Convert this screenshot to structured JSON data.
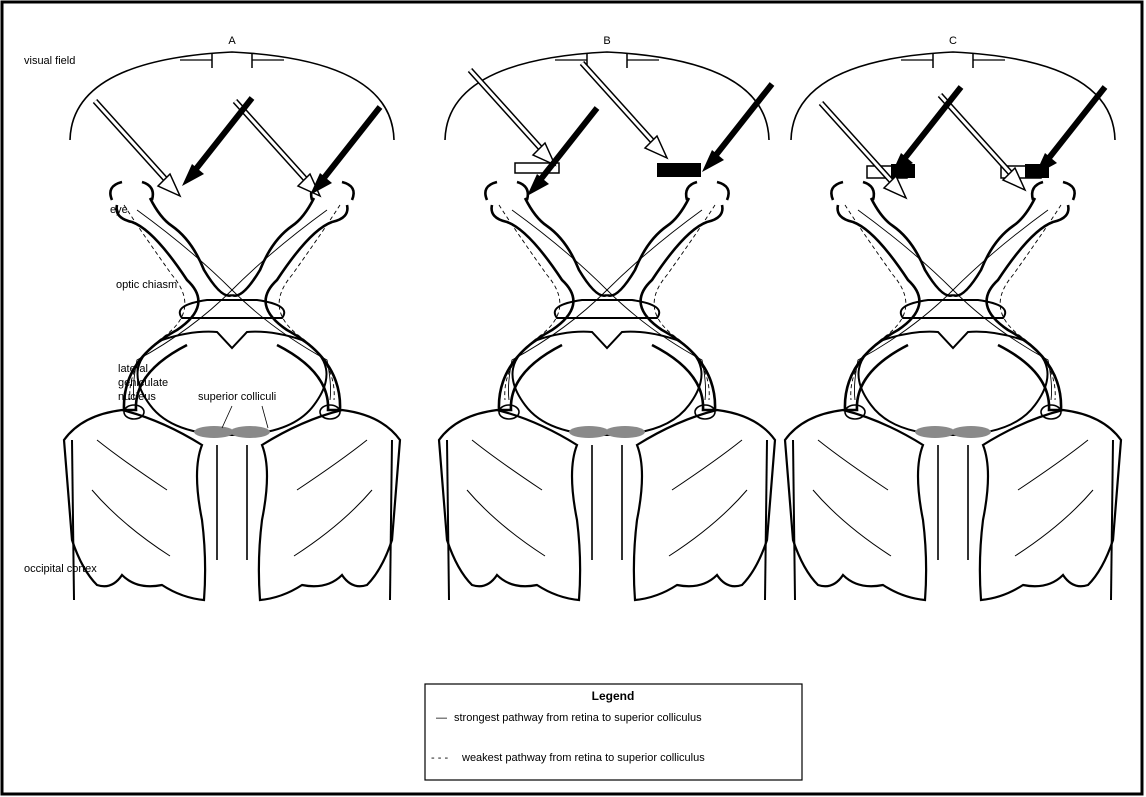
{
  "labels": {
    "visual_field": "visual field",
    "eye": "eye",
    "optic_chiasm": "optic chiasm",
    "lgn_line1": "lateral",
    "lgn_line2": "geniculate",
    "lgn_line3": "nucleus",
    "superior_colliculi": "superior colliculi",
    "occipital_cortex": "occipital cortex"
  },
  "panels": [
    {
      "letter": "A"
    },
    {
      "letter": "B"
    },
    {
      "letter": "C"
    }
  ],
  "legend": {
    "title": "Legend",
    "solid_marker": "—",
    "solid_text": "strongest pathway from retina to superior colliculus",
    "dashed_marker": "- - -",
    "dashed_text": "weakest pathway from retina to superior colliculus"
  }
}
